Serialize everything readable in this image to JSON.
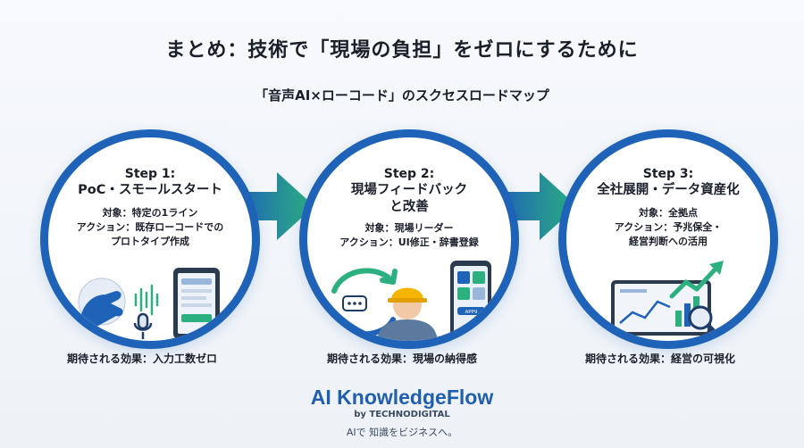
{
  "title": "まとめ：技術で「現場の負担」をゼロにするために",
  "subtitle": "「音声AI×ローコード」のスクセスロードマップ",
  "steps": [
    {
      "number": "Step 1:",
      "name": "PoC・スモールスタート",
      "target": "対象：特定の1ライン",
      "action_1": "アクション：既存ローコードでの",
      "action_2": "プロトタイプ作成",
      "effect": "期待される効果：入力工数ゼロ"
    },
    {
      "number": "Step 2:",
      "name_1": "現場フィードバック",
      "name_2": "と改善",
      "target": "対象：現場リーダー",
      "action_1": "アクション：UI修正・辞書登録",
      "effect": "期待される効果：現場の納得感",
      "app_label": "APP9"
    },
    {
      "number": "Step 3:",
      "name": "全社展開・データ資産化",
      "target": "対象：全拠点",
      "action_1": "アクション：予兆保全・",
      "action_2": "経営判断への活用",
      "effect": "期待される効果：経営の可視化"
    }
  ],
  "brand": {
    "name": "AI KnowledgeFlow",
    "by": "by TECHNODIGITAL",
    "tagline": "AIで 知識をビジネスへ。"
  },
  "colors": {
    "ring": "#1f63b8",
    "arrow_start": "#1f63b8",
    "arrow_end": "#2cb07f"
  }
}
